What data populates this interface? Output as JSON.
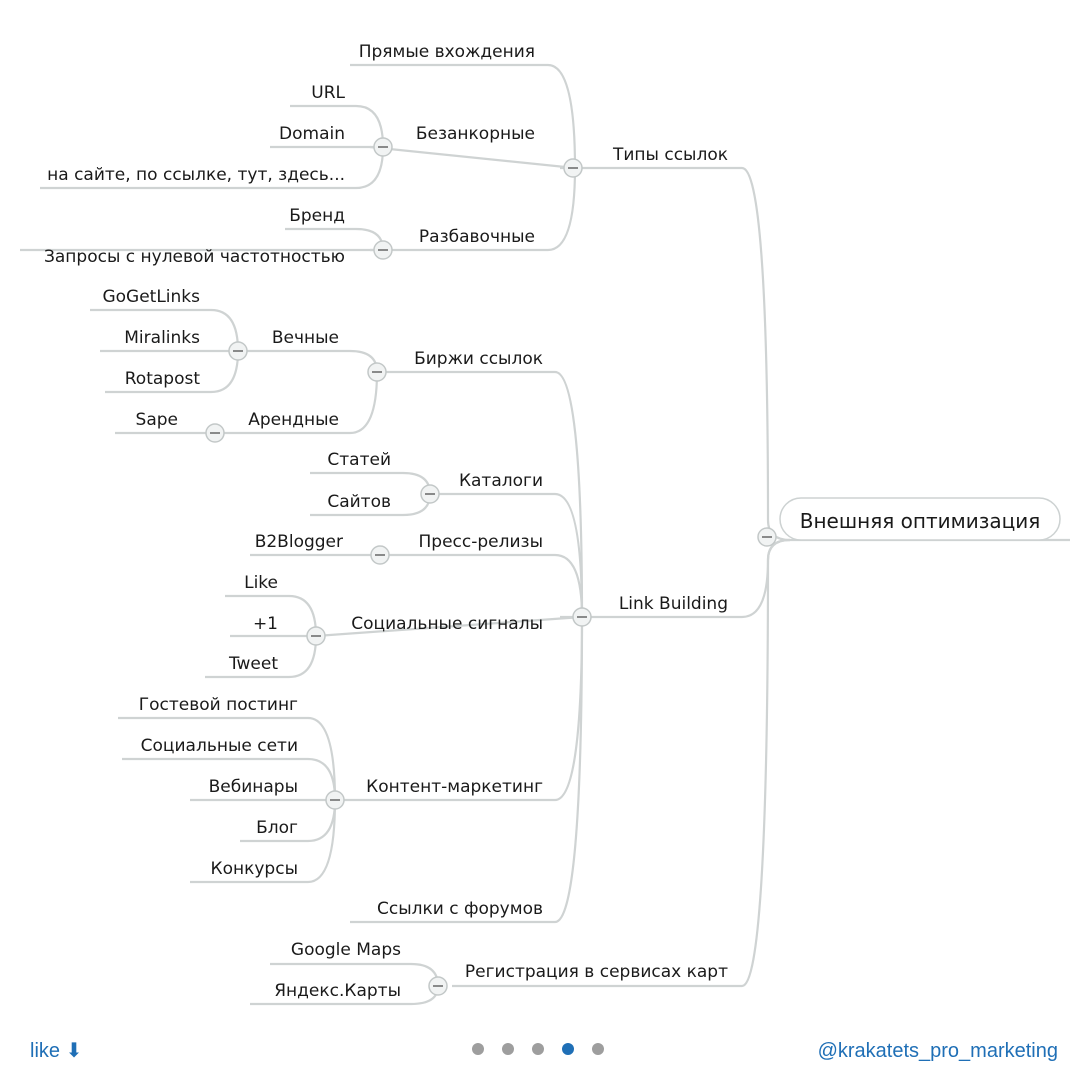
{
  "mindmap": {
    "root": "Внешняя оптимизация",
    "types": {
      "label": "Типы ссылок",
      "direct": "Прямые вхождения",
      "anchorless": {
        "label": "Безанкорные",
        "children": [
          "URL",
          "Domain",
          "на сайте, по ссылке, тут, здесь..."
        ]
      },
      "dilution": {
        "label": "Разбавочные",
        "children": [
          "Бренд",
          "Запросы с нулевой частотностью"
        ]
      }
    },
    "link_building": {
      "label": "Link Building",
      "exchanges": {
        "label": "Биржи ссылок",
        "eternal": {
          "label": "Вечные",
          "children": [
            "GoGetLinks",
            "Miralinks",
            "Rotapost"
          ]
        },
        "rental": {
          "label": "Арендные",
          "children": [
            "Sape"
          ]
        }
      },
      "catalogs": {
        "label": "Каталоги",
        "children": [
          "Статей",
          "Сайтов"
        ]
      },
      "press": {
        "label": "Пресс-релизы",
        "children": [
          "B2Blogger"
        ]
      },
      "social": {
        "label": "Социальные сигналы",
        "children": [
          "Like",
          "+1",
          "Tweet"
        ]
      },
      "content": {
        "label": "Контент-маркетинг",
        "children": [
          "Гостевой постинг",
          "Социальные сети",
          "Вебинары",
          "Блог",
          "Конкурсы"
        ]
      },
      "forums": "Ссылки с форумов"
    },
    "maps": {
      "label": "Регистрация в сервисах карт",
      "children": [
        "Google Maps",
        "Яндекс.Карты"
      ]
    }
  },
  "footer": {
    "like_label": "like",
    "like_icon": "arrow-down-icon",
    "handle": "@krakatets_pro_marketing",
    "pager": {
      "total": 5,
      "active": 4
    }
  },
  "colors": {
    "accent": "#1f6fb6",
    "edge": "#cfd3d3",
    "dot": "#9e9e9e"
  }
}
